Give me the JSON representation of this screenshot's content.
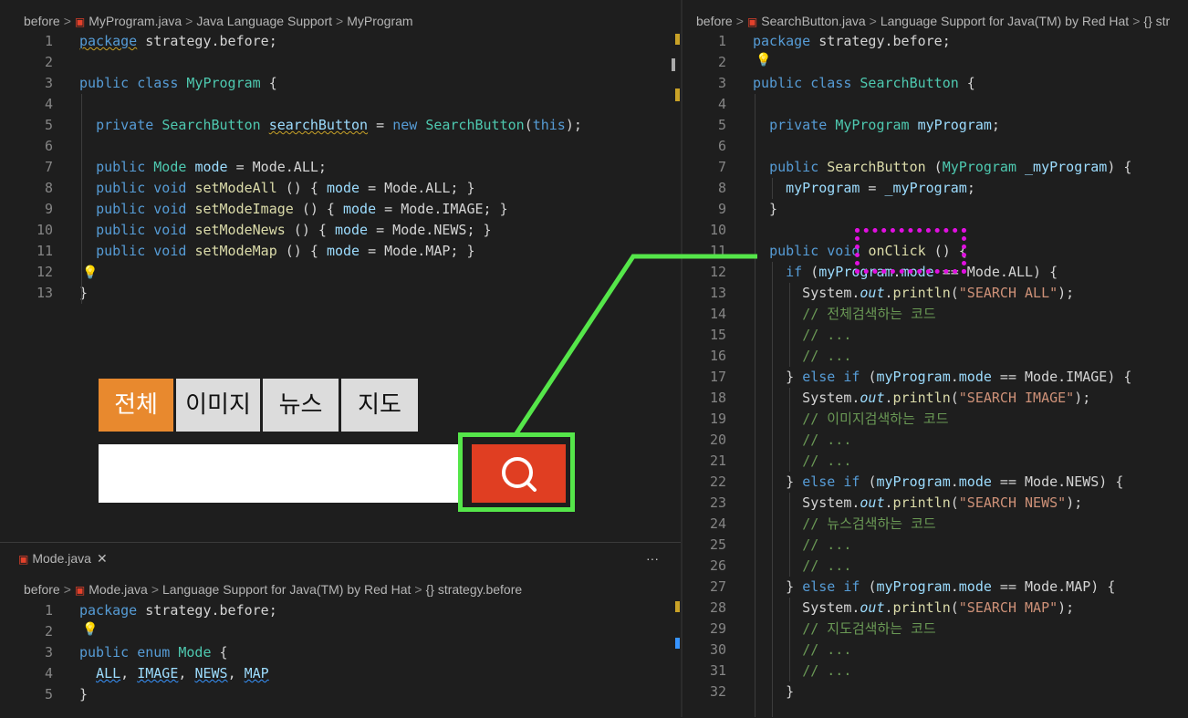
{
  "left_editor": {
    "breadcrumb": [
      "before",
      "MyProgram.java",
      "Java Language Support",
      "MyProgram"
    ],
    "lines": [
      [
        {
          "t": "package",
          "c": "k sq"
        },
        {
          "t": " strategy.before;"
        }
      ],
      [],
      [
        {
          "t": "public class ",
          "c": "k"
        },
        {
          "t": "MyProgram",
          "c": "c"
        },
        {
          "t": " {"
        }
      ],
      [],
      [
        {
          "t": "  "
        },
        {
          "t": "private ",
          "c": "k"
        },
        {
          "t": "SearchButton ",
          "c": "c"
        },
        {
          "t": "searchButton",
          "c": "v sq"
        },
        {
          "t": " = "
        },
        {
          "t": "new ",
          "c": "k"
        },
        {
          "t": "SearchButton",
          "c": "c"
        },
        {
          "t": "("
        },
        {
          "t": "this",
          "c": "k"
        },
        {
          "t": ");"
        }
      ],
      [],
      [
        {
          "t": "  "
        },
        {
          "t": "public ",
          "c": "k"
        },
        {
          "t": "Mode ",
          "c": "c"
        },
        {
          "t": "mode",
          "c": "v"
        },
        {
          "t": " = Mode.ALL;"
        }
      ],
      [
        {
          "t": "  "
        },
        {
          "t": "public void ",
          "c": "k"
        },
        {
          "t": "setModeAll",
          "c": "f"
        },
        {
          "t": " () { "
        },
        {
          "t": "mode",
          "c": "v"
        },
        {
          "t": " = Mode.ALL; }"
        }
      ],
      [
        {
          "t": "  "
        },
        {
          "t": "public void ",
          "c": "k"
        },
        {
          "t": "setModeImage",
          "c": "f"
        },
        {
          "t": " () { "
        },
        {
          "t": "mode",
          "c": "v"
        },
        {
          "t": " = Mode.IMAGE; }"
        }
      ],
      [
        {
          "t": "  "
        },
        {
          "t": "public void ",
          "c": "k"
        },
        {
          "t": "setModeNews",
          "c": "f"
        },
        {
          "t": " () { "
        },
        {
          "t": "mode",
          "c": "v"
        },
        {
          "t": " = Mode.NEWS; }"
        }
      ],
      [
        {
          "t": "  "
        },
        {
          "t": "public void ",
          "c": "k"
        },
        {
          "t": "setModeMap",
          "c": "f"
        },
        {
          "t": " () { "
        },
        {
          "t": "mode",
          "c": "v"
        },
        {
          "t": " = Mode.MAP; }"
        }
      ],
      [],
      [
        {
          "t": "}"
        }
      ]
    ]
  },
  "bottom_editor": {
    "tab_label": "Mode.java",
    "more_label": "···",
    "breadcrumb": [
      "before",
      "Mode.java",
      "Language Support for Java(TM) by Red Hat",
      "{} strategy.before"
    ],
    "lines": [
      [
        {
          "t": "package",
          "c": "k"
        },
        {
          "t": " strategy.before;"
        }
      ],
      [],
      [
        {
          "t": "public enum ",
          "c": "k"
        },
        {
          "t": "Mode",
          "c": "c"
        },
        {
          "t": " {"
        }
      ],
      [
        {
          "t": "  "
        },
        {
          "t": "ALL",
          "c": "v sqb"
        },
        {
          "t": ", "
        },
        {
          "t": "IMAGE",
          "c": "v sqb"
        },
        {
          "t": ", "
        },
        {
          "t": "NEWS",
          "c": "v sqb"
        },
        {
          "t": ", "
        },
        {
          "t": "MAP",
          "c": "v sqb"
        }
      ],
      [
        {
          "t": "}"
        }
      ]
    ]
  },
  "right_editor": {
    "breadcrumb": [
      "before",
      "SearchButton.java",
      "Language Support for Java(TM) by Red Hat",
      "{} str"
    ],
    "lines": [
      [
        {
          "t": "package",
          "c": "k"
        },
        {
          "t": " strategy.before;"
        }
      ],
      [],
      [
        {
          "t": "public class ",
          "c": "k"
        },
        {
          "t": "SearchButton",
          "c": "c"
        },
        {
          "t": " {"
        }
      ],
      [],
      [
        {
          "t": "  "
        },
        {
          "t": "private ",
          "c": "k"
        },
        {
          "t": "MyProgram ",
          "c": "c"
        },
        {
          "t": "myProgram",
          "c": "v"
        },
        {
          "t": ";"
        }
      ],
      [],
      [
        {
          "t": "  "
        },
        {
          "t": "public ",
          "c": "k"
        },
        {
          "t": "SearchButton",
          "c": "f"
        },
        {
          "t": " ("
        },
        {
          "t": "MyProgram ",
          "c": "c"
        },
        {
          "t": "_myProgram",
          "c": "v"
        },
        {
          "t": ") {"
        }
      ],
      [
        {
          "t": "    "
        },
        {
          "t": "myProgram",
          "c": "v"
        },
        {
          "t": " = "
        },
        {
          "t": "_myProgram",
          "c": "v"
        },
        {
          "t": ";"
        }
      ],
      [
        {
          "t": "  }"
        }
      ],
      [],
      [
        {
          "t": "  "
        },
        {
          "t": "public void ",
          "c": "k"
        },
        {
          "t": "onClick",
          "c": "f"
        },
        {
          "t": " () {"
        }
      ],
      [
        {
          "t": "    "
        },
        {
          "t": "if ",
          "c": "k"
        },
        {
          "t": "("
        },
        {
          "t": "myProgram",
          "c": "v"
        },
        {
          "t": "."
        },
        {
          "t": "mode",
          "c": "v"
        },
        {
          "t": " == Mode.ALL) {"
        }
      ],
      [
        {
          "t": "      System."
        },
        {
          "t": "out",
          "c": "it"
        },
        {
          "t": "."
        },
        {
          "t": "println",
          "c": "f"
        },
        {
          "t": "("
        },
        {
          "t": "\"SEARCH ALL\"",
          "c": "s"
        },
        {
          "t": ");"
        }
      ],
      [
        {
          "t": "      "
        },
        {
          "t": "// 전체검색하는 코드",
          "c": "cm"
        }
      ],
      [
        {
          "t": "      "
        },
        {
          "t": "// ...",
          "c": "cm"
        }
      ],
      [
        {
          "t": "      "
        },
        {
          "t": "// ...",
          "c": "cm"
        }
      ],
      [
        {
          "t": "    } "
        },
        {
          "t": "else if ",
          "c": "k"
        },
        {
          "t": "("
        },
        {
          "t": "myProgram",
          "c": "v"
        },
        {
          "t": "."
        },
        {
          "t": "mode",
          "c": "v"
        },
        {
          "t": " == Mode.IMAGE) {"
        }
      ],
      [
        {
          "t": "      System."
        },
        {
          "t": "out",
          "c": "it"
        },
        {
          "t": "."
        },
        {
          "t": "println",
          "c": "f"
        },
        {
          "t": "("
        },
        {
          "t": "\"SEARCH IMAGE\"",
          "c": "s"
        },
        {
          "t": ");"
        }
      ],
      [
        {
          "t": "      "
        },
        {
          "t": "// 이미지검색하는 코드",
          "c": "cm"
        }
      ],
      [
        {
          "t": "      "
        },
        {
          "t": "// ...",
          "c": "cm"
        }
      ],
      [
        {
          "t": "      "
        },
        {
          "t": "// ...",
          "c": "cm"
        }
      ],
      [
        {
          "t": "    } "
        },
        {
          "t": "else if ",
          "c": "k"
        },
        {
          "t": "("
        },
        {
          "t": "myProgram",
          "c": "v"
        },
        {
          "t": "."
        },
        {
          "t": "mode",
          "c": "v"
        },
        {
          "t": " == Mode.NEWS) {"
        }
      ],
      [
        {
          "t": "      System."
        },
        {
          "t": "out",
          "c": "it"
        },
        {
          "t": "."
        },
        {
          "t": "println",
          "c": "f"
        },
        {
          "t": "("
        },
        {
          "t": "\"SEARCH NEWS\"",
          "c": "s"
        },
        {
          "t": ");"
        }
      ],
      [
        {
          "t": "      "
        },
        {
          "t": "// 뉴스검색하는 코드",
          "c": "cm"
        }
      ],
      [
        {
          "t": "      "
        },
        {
          "t": "// ...",
          "c": "cm"
        }
      ],
      [
        {
          "t": "      "
        },
        {
          "t": "// ...",
          "c": "cm"
        }
      ],
      [
        {
          "t": "    } "
        },
        {
          "t": "else if ",
          "c": "k"
        },
        {
          "t": "("
        },
        {
          "t": "myProgram",
          "c": "v"
        },
        {
          "t": "."
        },
        {
          "t": "mode",
          "c": "v"
        },
        {
          "t": " == Mode.MAP) {"
        }
      ],
      [
        {
          "t": "      System."
        },
        {
          "t": "out",
          "c": "it"
        },
        {
          "t": "."
        },
        {
          "t": "println",
          "c": "f"
        },
        {
          "t": "("
        },
        {
          "t": "\"SEARCH MAP\"",
          "c": "s"
        },
        {
          "t": ");"
        }
      ],
      [
        {
          "t": "      "
        },
        {
          "t": "// 지도검색하는 코드",
          "c": "cm"
        }
      ],
      [
        {
          "t": "      "
        },
        {
          "t": "// ...",
          "c": "cm"
        }
      ],
      [
        {
          "t": "      "
        },
        {
          "t": "// ...",
          "c": "cm"
        }
      ],
      [
        {
          "t": "    }"
        }
      ]
    ]
  },
  "widget": {
    "tabs": [
      "전체",
      "이미지",
      "뉴스",
      "지도"
    ],
    "active_tab": "전체",
    "search_icon": "search-icon"
  },
  "colors": {
    "active_tab": "#e8892e",
    "search_button": "#e03e22",
    "highlight_green": "#55e64a",
    "highlight_pink": "#e010e0"
  }
}
